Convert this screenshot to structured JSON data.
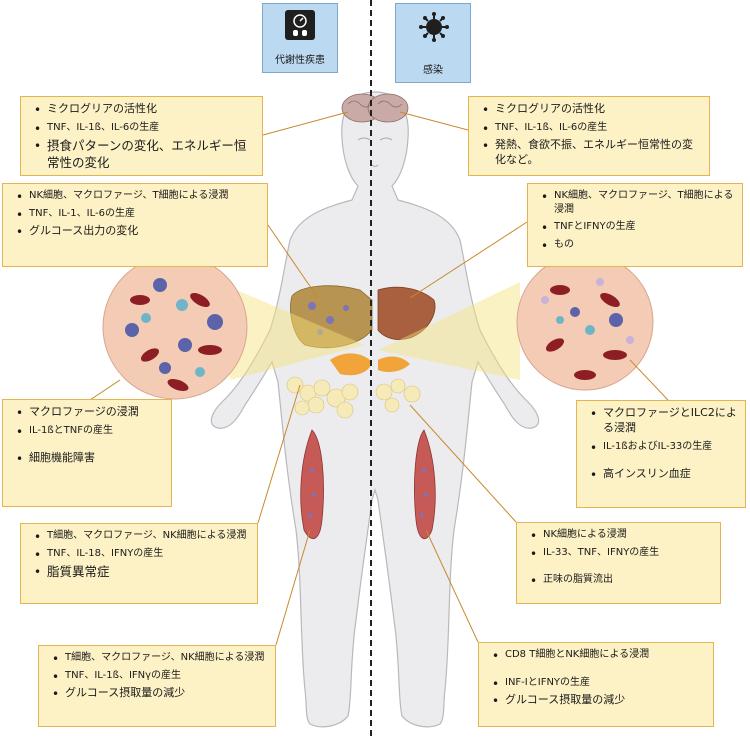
{
  "headers": {
    "left": {
      "label": "代謝性疾患",
      "icon": "bathroom-scale-icon"
    },
    "right": {
      "label": "感染",
      "icon": "virus-icon"
    }
  },
  "boxes": {
    "left_brain": {
      "items": [
        "ミクログリアの活性化",
        "TNF、IL-1ß、IL-6の生産",
        "摂食パターンの変化、エネルギー恒常性の変化"
      ]
    },
    "right_brain": {
      "items": [
        "ミクログリアの活性化",
        "TNF、IL-1ß、IL-6の産生",
        "発熱、食欲不振、エネルギー恒常性の変化など。"
      ]
    },
    "left_liver": {
      "items": [
        "NK細胞、マクロファージ、T細胞による浸潤",
        "TNF、IL-1、IL-6の生産",
        "グルコース出力の変化"
      ]
    },
    "right_liver": {
      "items": [
        "NK細胞、マクロファージ、T細胞による浸潤",
        "TNFとIFNYの生産",
        "もの"
      ]
    },
    "left_pancreas": {
      "items": [
        "マクロファージの浸潤",
        "IL-1ßとTNFの産生",
        "細胞機能障害"
      ]
    },
    "right_pancreas": {
      "items": [
        "マクロファージとILC2による浸潤",
        "IL-1ßおよびIL-33の生産",
        "高インスリン血症"
      ]
    },
    "left_adipose": {
      "items": [
        "T細胞、マクロファージ、NK細胞による浸潤",
        "TNF、IL-18、IFNYの産生",
        "脂質異常症"
      ]
    },
    "right_adipose": {
      "items": [
        "NK細胞による浸潤",
        "IL-33、TNF、IFNYの産生",
        "正味の脂質流出"
      ]
    },
    "left_muscle": {
      "items": [
        "T細胞、マクロファージ、NK細胞による浸潤",
        "TNF、IL-1ß、IFNγの産生",
        "グルコース摂取量の減少"
      ]
    },
    "right_muscle": {
      "items": [
        "CD8 T細胞とNK細胞による浸潤",
        "INF-IとIFNYの生産",
        "グルコース摂取量の減少"
      ]
    }
  },
  "colors": {
    "box_fill": "#fdf1c6",
    "box_border": "#e2b552",
    "leader_line": "#c8892e",
    "header_fill": "#bcd9f2",
    "divider": "#222222"
  }
}
